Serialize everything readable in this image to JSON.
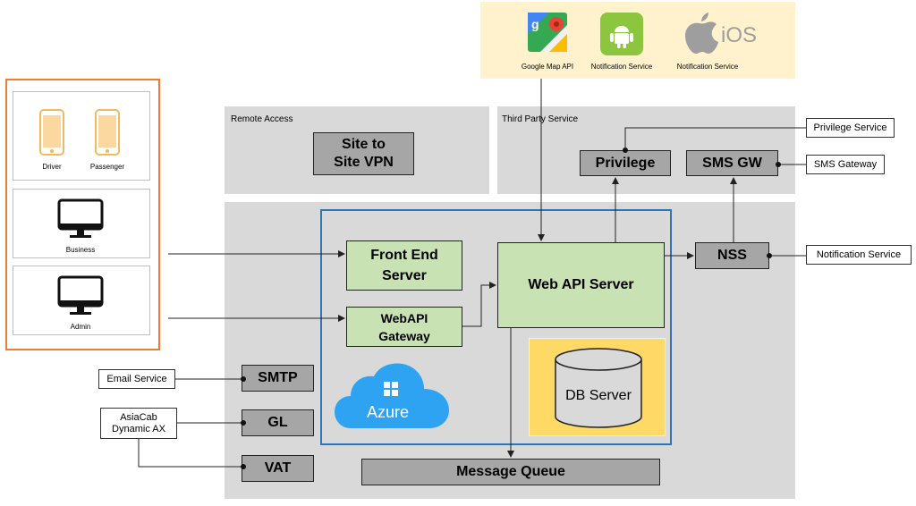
{
  "third_party_apis": {
    "google": "Google Map API",
    "android": "Notification Service",
    "ios": "Notification Service",
    "ios_logo_text": "iOS"
  },
  "clients": {
    "driver": "Driver",
    "passenger": "Passenger",
    "business": "Business",
    "admin": "Admin"
  },
  "panels": {
    "remote_access": "Remote Access",
    "third_party": "Third Party Service"
  },
  "nodes": {
    "site_to_site": "Site to Site VPN",
    "privilege": "Privilege",
    "sms_gw": "SMS GW",
    "front_end": "Front End Server",
    "webapi_gateway": "WebAPI Gateway",
    "web_api_server": "Web API Server",
    "nss": "NSS",
    "db_server": "DB Server",
    "message_queue": "Message Queue",
    "smtp": "SMTP",
    "gl": "GL",
    "vat": "VAT",
    "azure": "Azure"
  },
  "external": {
    "privilege_service": "Privilege Service",
    "sms_gateway": "SMS Gateway",
    "notification_service": "Notification Service",
    "email_service": "Email Service",
    "asiacab": "AsiaCab Dynamic AX"
  },
  "colors": {
    "panel": "#d9d9d9",
    "dark_node": "#a6a6a6",
    "green_node": "#c9e2b3",
    "azure_border": "#2e75b6",
    "client_border": "#ed7d31",
    "top_band": "#fff2cc",
    "db_box": "#ffd966",
    "phone": "#f4b860"
  }
}
